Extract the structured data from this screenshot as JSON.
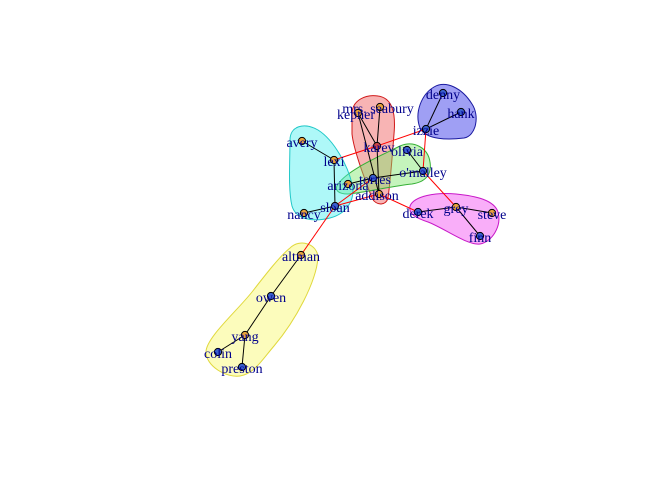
{
  "graph": {
    "nodes": [
      {
        "id": "mrs-seabury",
        "label": "mrs. seabury",
        "color": "#e9a23b"
      },
      {
        "id": "kepner",
        "label": "kepner",
        "color": "#e9a23b"
      },
      {
        "id": "karev",
        "label": "karev",
        "color": "#cc4444"
      },
      {
        "id": "denny",
        "label": "denny",
        "color": "#3a5fcd"
      },
      {
        "id": "hank",
        "label": "hank",
        "color": "#3a5fcd"
      },
      {
        "id": "izzie",
        "label": "izzie",
        "color": "#3a5fcd"
      },
      {
        "id": "avery",
        "label": "avery",
        "color": "#e9a23b"
      },
      {
        "id": "lexi",
        "label": "lexi",
        "color": "#e9a23b"
      },
      {
        "id": "olivia",
        "label": "olivia",
        "color": "#3a5fcd"
      },
      {
        "id": "omalley",
        "label": "o'malley",
        "color": "#3a5fcd"
      },
      {
        "id": "arizona",
        "label": "arizona",
        "color": "#e9a23b"
      },
      {
        "id": "torres",
        "label": "torres",
        "color": "#3a5fcd"
      },
      {
        "id": "addison",
        "label": "addison",
        "color": "#e9a23b"
      },
      {
        "id": "sloan",
        "label": "sloan",
        "color": "#3a5fcd"
      },
      {
        "id": "nancy",
        "label": "nancy",
        "color": "#e9a23b"
      },
      {
        "id": "grey",
        "label": "grey",
        "color": "#e9a23b"
      },
      {
        "id": "derek",
        "label": "derek",
        "color": "#3a5fcd"
      },
      {
        "id": "steve",
        "label": "steve",
        "color": "#e9a23b"
      },
      {
        "id": "finn",
        "label": "finn",
        "color": "#3a5fcd"
      },
      {
        "id": "altman",
        "label": "altman",
        "color": "#e9a23b"
      },
      {
        "id": "owen",
        "label": "owen",
        "color": "#3a5fcd"
      },
      {
        "id": "yang",
        "label": "yang",
        "color": "#e9a23b"
      },
      {
        "id": "colin",
        "label": "colin",
        "color": "#3a5fcd"
      },
      {
        "id": "preston",
        "label": "preston",
        "color": "#3a5fcd"
      }
    ],
    "edges": [
      {
        "from": "denny",
        "to": "izzie",
        "cross": false
      },
      {
        "from": "hank",
        "to": "izzie",
        "cross": false
      },
      {
        "from": "izzie",
        "to": "karev",
        "cross": true
      },
      {
        "from": "izzie",
        "to": "omalley",
        "cross": true
      },
      {
        "from": "mrs-seabury",
        "to": "karev",
        "cross": false
      },
      {
        "from": "kepner",
        "to": "karev",
        "cross": false
      },
      {
        "from": "karev",
        "to": "addison",
        "cross": false
      },
      {
        "from": "karev",
        "to": "lexi",
        "cross": true
      },
      {
        "from": "kepner",
        "to": "addison",
        "cross": false
      },
      {
        "from": "olivia",
        "to": "omalley",
        "cross": false
      },
      {
        "from": "omalley",
        "to": "torres",
        "cross": false
      },
      {
        "from": "arizona",
        "to": "torres",
        "cross": false
      },
      {
        "from": "torres",
        "to": "sloan",
        "cross": true
      },
      {
        "from": "addison",
        "to": "sloan",
        "cross": true
      },
      {
        "from": "addison",
        "to": "derek",
        "cross": true
      },
      {
        "from": "avery",
        "to": "lexi",
        "cross": false
      },
      {
        "from": "lexi",
        "to": "sloan",
        "cross": false
      },
      {
        "from": "nancy",
        "to": "sloan",
        "cross": false
      },
      {
        "from": "derek",
        "to": "grey",
        "cross": false
      },
      {
        "from": "grey",
        "to": "steve",
        "cross": false
      },
      {
        "from": "grey",
        "to": "finn",
        "cross": false
      },
      {
        "from": "grey",
        "to": "omalley",
        "cross": true
      },
      {
        "from": "sloan",
        "to": "altman",
        "cross": true
      },
      {
        "from": "altman",
        "to": "owen",
        "cross": false
      },
      {
        "from": "owen",
        "to": "yang",
        "cross": false
      },
      {
        "from": "yang",
        "to": "colin",
        "cross": false
      },
      {
        "from": "yang",
        "to": "preston",
        "cross": false
      }
    ],
    "communities": [
      {
        "name": "blue",
        "fill": "#2a2ae6",
        "stroke": "#1a1aa0",
        "members": [
          "denny",
          "hank",
          "izzie"
        ]
      },
      {
        "name": "red",
        "fill": "#f05858",
        "stroke": "#d01818",
        "members": [
          "mrs-seabury",
          "kepner",
          "karev",
          "addison"
        ]
      },
      {
        "name": "green",
        "fill": "#7ee66a",
        "stroke": "#36b036",
        "members": [
          "olivia",
          "omalley",
          "torres",
          "arizona"
        ]
      },
      {
        "name": "cyan",
        "fill": "#4cf0f0",
        "stroke": "#20c8c8",
        "members": [
          "avery",
          "lexi",
          "sloan",
          "nancy"
        ]
      },
      {
        "name": "magenta",
        "fill": "#f24cf2",
        "stroke": "#c818c8",
        "members": [
          "grey",
          "derek",
          "steve",
          "finn"
        ]
      },
      {
        "name": "yellow",
        "fill": "#f8f86a",
        "stroke": "#e0d83c",
        "members": [
          "altman",
          "owen",
          "yang",
          "colin",
          "preston"
        ]
      }
    ],
    "edge_color": "#000000",
    "cross_edge_color": "#ff0000"
  }
}
